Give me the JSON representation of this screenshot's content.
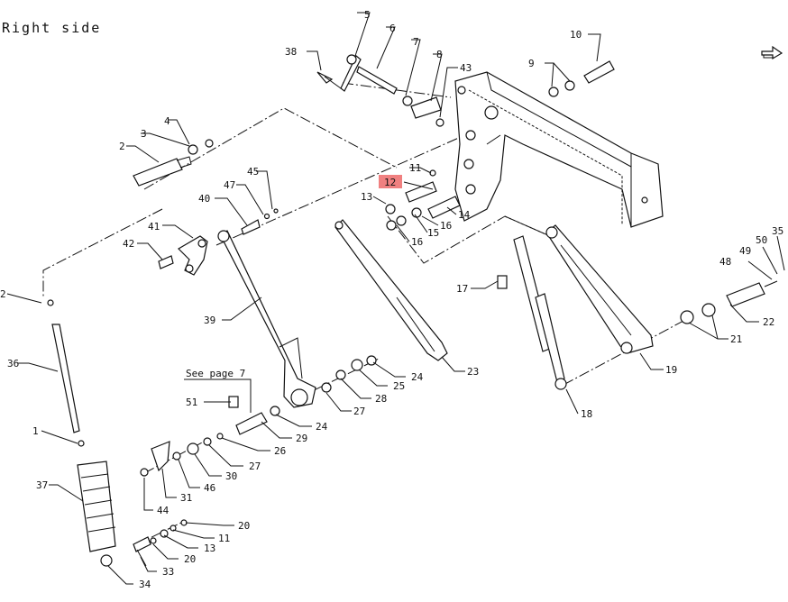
{
  "view_title": "Right side",
  "see_page_note": "See page 7",
  "highlight_color": "#f08080",
  "nav_icon": "next-page-arrow-icon",
  "callouts": {
    "c1": "1",
    "c2a": "2",
    "c2b": "2",
    "c3": "3",
    "c4": "4",
    "c5": "5",
    "c6": "6",
    "c7": "7",
    "c8": "8",
    "c9": "9",
    "c10": "10",
    "c11a": "11",
    "c11b": "11",
    "c12": "12",
    "c13a": "13",
    "c13b": "13",
    "c14": "14",
    "c15": "15",
    "c16a": "16",
    "c16b": "16",
    "c17": "17",
    "c18": "18",
    "c19": "19",
    "c20a": "20",
    "c20b": "20",
    "c21": "21",
    "c22": "22",
    "c23": "23",
    "c24a": "24",
    "c24b": "24",
    "c25": "25",
    "c26": "26",
    "c27a": "27",
    "c27b": "27",
    "c28": "28",
    "c29": "29",
    "c30": "30",
    "c31": "31",
    "c33": "33",
    "c34": "34",
    "c35": "35",
    "c36": "36",
    "c37": "37",
    "c38": "38",
    "c39": "39",
    "c40": "40",
    "c41": "41",
    "c42": "42",
    "c43": "43",
    "c44": "44",
    "c45": "45",
    "c46": "46",
    "c47": "47",
    "c48": "48",
    "c49": "49",
    "c50": "50",
    "c51": "51"
  }
}
